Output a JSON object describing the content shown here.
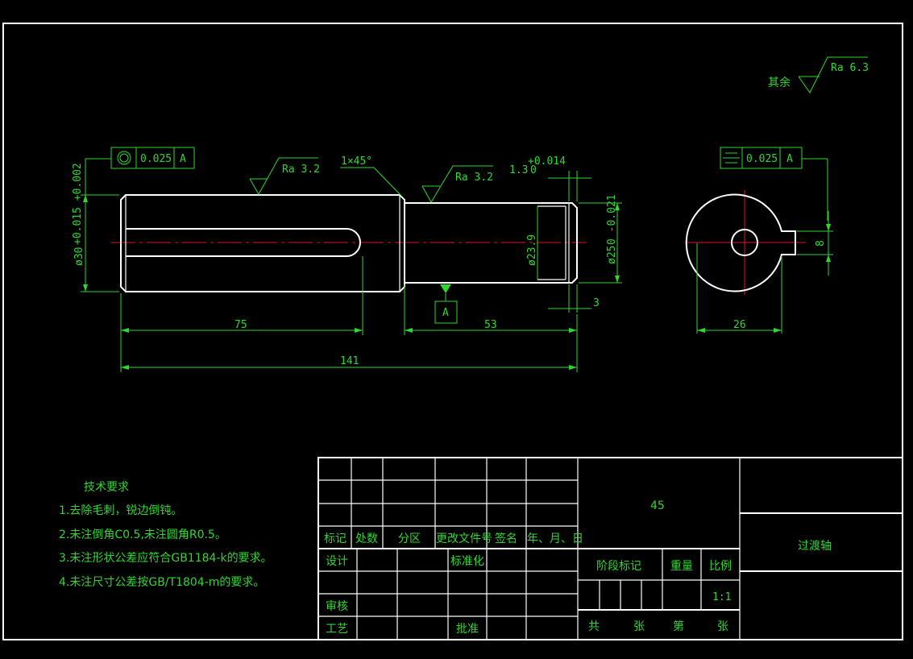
{
  "colors": {
    "background": "#000000",
    "outline": "#ffffff",
    "annotation": "#2fd82f",
    "centerline": "#e01818"
  },
  "annotations": {
    "roughness_general_label": "其余",
    "roughness_general": "Ra 6.3",
    "roughness_1": "Ra 3.2",
    "roughness_2": "Ra 3.2",
    "chamfer": "1×45°",
    "groove_width": "1.3",
    "groove_tol": "+0.014",
    "groove_tol_low": "0",
    "runout_tol": "0.025",
    "runout_datum": "A",
    "sym_tol": "0.025",
    "sym_datum": "A",
    "datum_label": "A",
    "diam_left": "ø30",
    "diam_left_tol": "+0.015 +0.002",
    "diam_groove": "ø23.9",
    "diam_right": "ø25",
    "diam_right_tol": "0 -0.021",
    "dim_75": "75",
    "dim_53": "53",
    "dim_141": "141",
    "dim_3": "3",
    "dim_26": "26",
    "dim_8": "8"
  },
  "notes": {
    "title": "技术要求",
    "items": [
      "1.去除毛刺，锐边倒钝。",
      "2.未注倒角C0.5,未注圆角R0.5。",
      "3.未注形状公差应符合GB1184-k的要求。",
      "4.未注尺寸公差按GB/T1804-m的要求。"
    ]
  },
  "title_block": {
    "material": "45",
    "part_name": "过渡轴",
    "row_labels": [
      "标记",
      "处数",
      "分区",
      "更改文件号",
      "签名",
      "年、月、日"
    ],
    "design": "设计",
    "standardize": "标准化",
    "review": "审核",
    "process": "工艺",
    "approve": "批准",
    "stage_mark": "阶段标记",
    "weight": "重量",
    "scale_label": "比例",
    "scale": "1:1",
    "sheets_total": "共",
    "sheets_unit1": "张",
    "sheet_no": "第",
    "sheets_unit2": "张"
  }
}
